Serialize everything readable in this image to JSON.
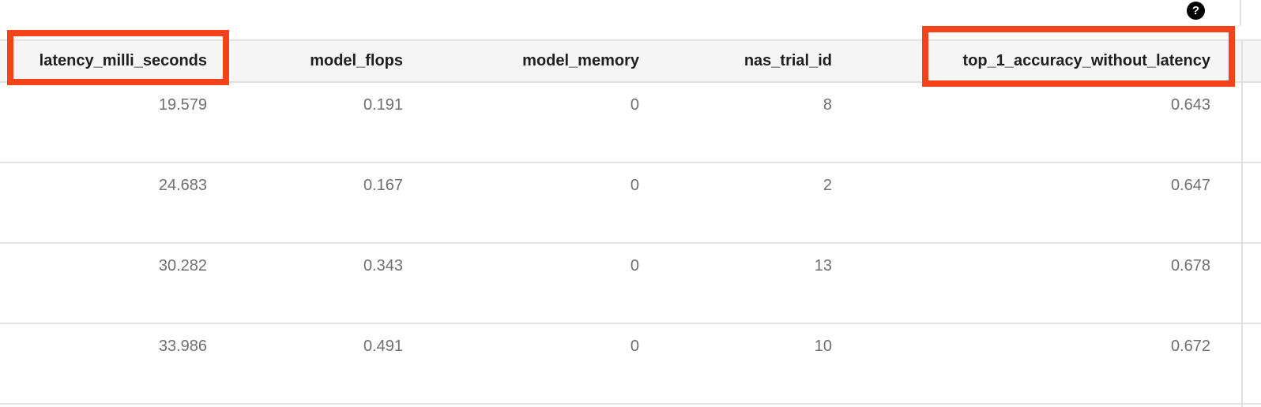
{
  "help": {
    "label": "?"
  },
  "table": {
    "columns": [
      {
        "label": "latency_milli_seconds",
        "highlighted": true
      },
      {
        "label": "model_flops",
        "highlighted": false
      },
      {
        "label": "model_memory",
        "highlighted": false
      },
      {
        "label": "nas_trial_id",
        "highlighted": false
      },
      {
        "label": "top_1_accuracy_without_latency",
        "highlighted": true
      }
    ],
    "rows": [
      [
        "19.579",
        "0.191",
        "0",
        "8",
        "0.643"
      ],
      [
        "24.683",
        "0.167",
        "0",
        "2",
        "0.647"
      ],
      [
        "30.282",
        "0.343",
        "0",
        "13",
        "0.678"
      ],
      [
        "33.986",
        "0.491",
        "0",
        "10",
        "0.672"
      ]
    ]
  },
  "annotations": {
    "highlight_color": "#f4431a",
    "highlighted_columns": [
      "latency_milli_seconds",
      "top_1_accuracy_without_latency"
    ]
  },
  "colors": {
    "header_background": "#f5f5f5",
    "header_text": "#1f1f1f",
    "cell_text": "#6f6f6f",
    "grid_line": "#e0e0e0",
    "help_icon_background": "#000000"
  }
}
